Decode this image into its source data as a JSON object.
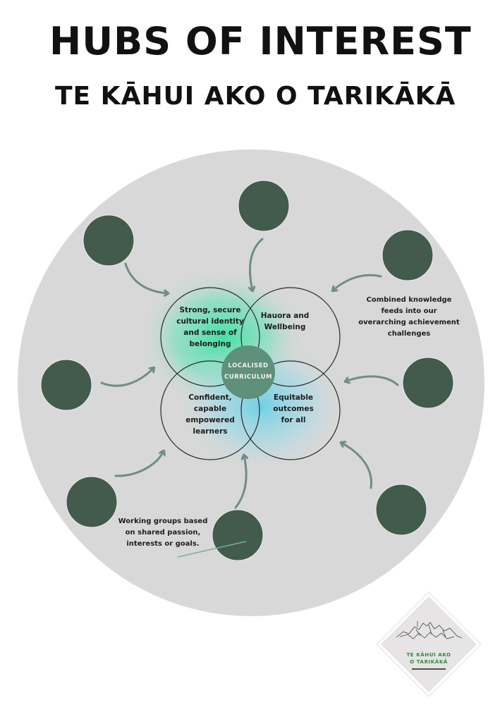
{
  "header": {
    "title": "HUBS OF INTEREST",
    "subtitle": "TE KĀHUI AKO O TARIKĀKĀ"
  },
  "venn": {
    "center": [
      "LOCALISED",
      "CURRICULUM"
    ],
    "quadrants": [
      {
        "id": "top-left",
        "text": [
          "Strong, secure",
          "cultural identity",
          "and sense of",
          "belonging"
        ]
      },
      {
        "id": "top-right",
        "text": [
          "Hauora and",
          "Wellbeing"
        ]
      },
      {
        "id": "bottom-left",
        "text": [
          "Confident,",
          "capable",
          "empowered",
          "learners"
        ]
      },
      {
        "id": "bottom-right",
        "text": [
          "Equitable",
          "outcomes",
          "for all"
        ]
      }
    ]
  },
  "notes": {
    "combined": [
      "Combined knowledge",
      "feeds into our",
      "overarching achievement",
      "challenges"
    ],
    "working_groups": [
      "Working groups based",
      "on shared passion,",
      "interests or goals."
    ]
  },
  "hub_count": 8,
  "logo": {
    "line1": "TE KĀHUI AKO",
    "line2": "O TARIKĀKĀ"
  },
  "colors": {
    "outer_circle": "#d8d8d8",
    "hub": "#425b4c",
    "arrow": "#6f8d85",
    "center": "#5e907a",
    "glow_green": "#3fe0a6",
    "glow_blue": "#79d3e6",
    "logo_green": "#2d8a3e"
  }
}
